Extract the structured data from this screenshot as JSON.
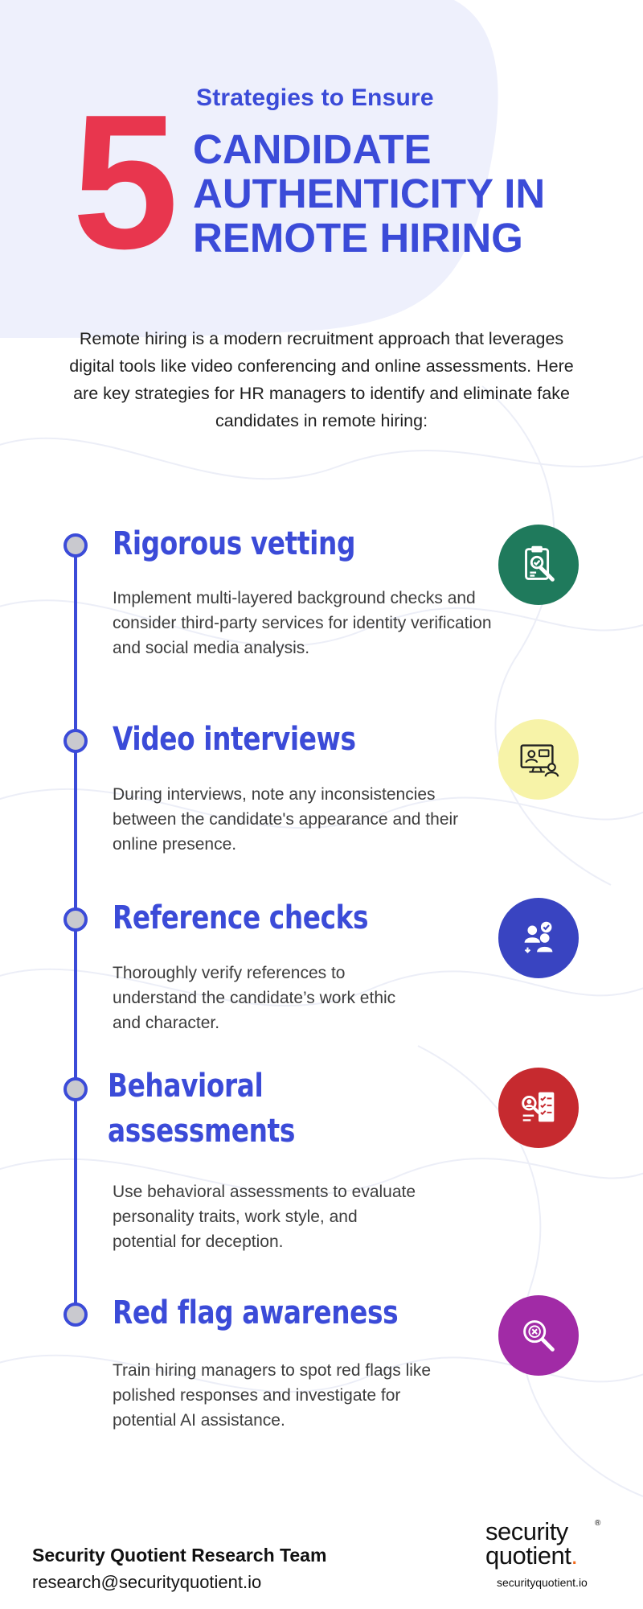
{
  "header": {
    "subtitle": "Strategies to Ensure",
    "number": "5",
    "title": "CANDIDATE\nAUTHENTICITY IN\nREMOTE HIRING"
  },
  "intro": "Remote hiring is a modern recruitment approach that leverages digital tools like video conferencing and online assessments. Here are key strategies for HR managers to identify and eliminate fake candidates in remote hiring:",
  "strategies": [
    {
      "heading": "Rigorous vetting",
      "description": "Implement multi-layered background checks and consider third-party services for identity verification and social media analysis.",
      "icon": "clipboard-check-icon",
      "color": "#1f7a5c"
    },
    {
      "heading": "Video interviews",
      "description": "During interviews, note any inconsistencies between the candidate's appearance and their online presence.",
      "icon": "video-call-icon",
      "color": "#f7f3a8"
    },
    {
      "heading": "Reference checks",
      "description": "Thoroughly verify references to understand the candidate’s work ethic and character.",
      "icon": "verified-people-icon",
      "color": "#3944c1"
    },
    {
      "heading": "Behavioral\nassessments",
      "description": "Use behavioral assessments to evaluate personality traits, work style, and potential for deception.",
      "icon": "assessment-checklist-icon",
      "color": "#c62a2f"
    },
    {
      "heading": "Red flag awareness",
      "description": "Train hiring managers to spot red flags like polished responses and investigate for potential AI assistance.",
      "icon": "magnifier-alert-icon",
      "color": "#a12ba6"
    }
  ],
  "footer": {
    "team": "Security Quotient Research Team",
    "email": "research@securityquotient.io",
    "logo_line1": "security",
    "logo_line2": "quotient",
    "logo_dot": ".",
    "logo_registered": "®",
    "logo_url": "securityquotient.io"
  },
  "colors": {
    "accent_blue": "#3b4bd8",
    "accent_red": "#e8364e",
    "logo_orange": "#f26a1b"
  }
}
